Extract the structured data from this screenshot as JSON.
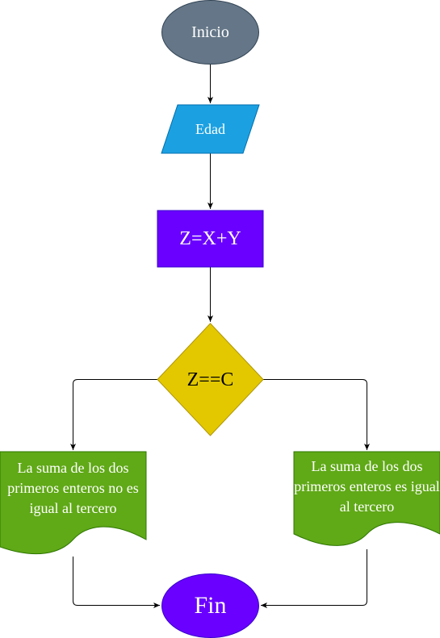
{
  "diagram": {
    "nodes": {
      "start": {
        "label": "Inicio",
        "color": "#647687"
      },
      "input": {
        "label": "Edad",
        "color": "#1ba1e2"
      },
      "process": {
        "label": "Z=X+Y",
        "color": "#6a00ff"
      },
      "decision": {
        "label": "Z==C",
        "color": "#e3c800"
      },
      "output_left": {
        "label": "La suma de los dos primeros enteros no es igual al tercero",
        "color": "#60a917"
      },
      "output_right": {
        "label": "La suma de los dos primeros enteros es igual al tercero",
        "color": "#60a917"
      },
      "end": {
        "label": "Fin",
        "color": "#6a00ff"
      }
    },
    "edges": [
      {
        "from": "start",
        "to": "input"
      },
      {
        "from": "input",
        "to": "process"
      },
      {
        "from": "process",
        "to": "decision"
      },
      {
        "from": "decision",
        "to": "output_left"
      },
      {
        "from": "decision",
        "to": "output_right"
      },
      {
        "from": "output_left",
        "to": "end"
      },
      {
        "from": "output_right",
        "to": "end"
      }
    ]
  }
}
